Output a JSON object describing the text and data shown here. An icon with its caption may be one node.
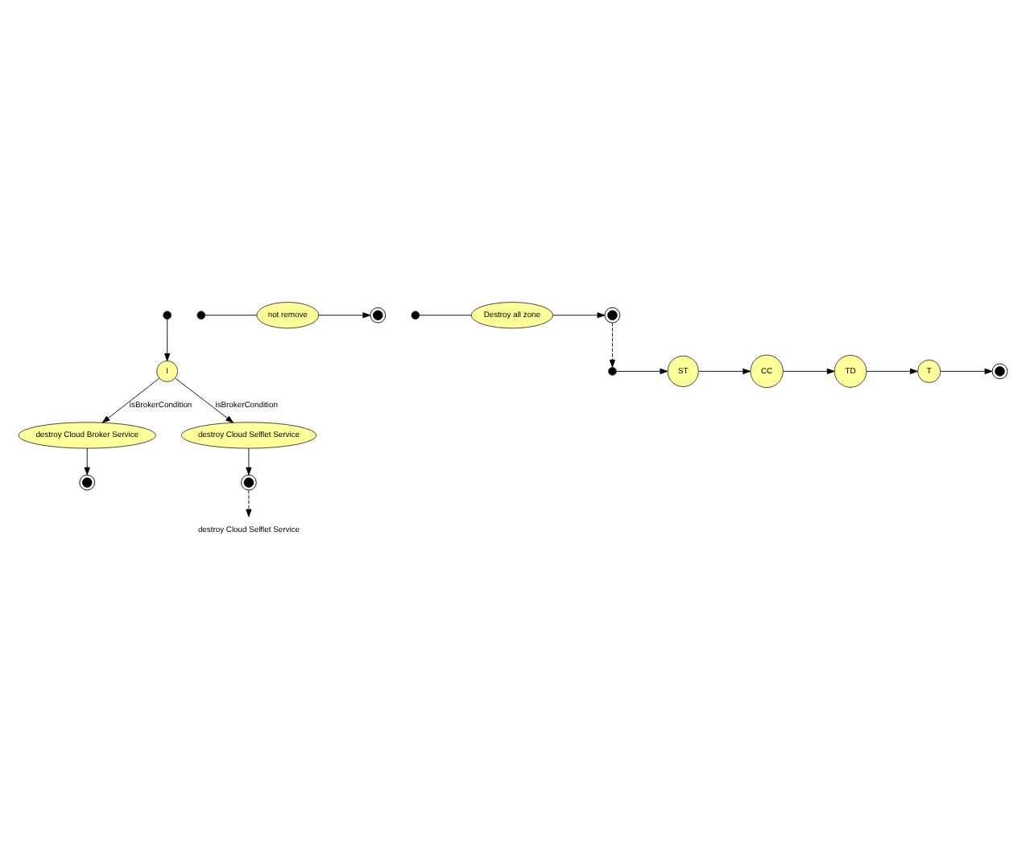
{
  "diagram": {
    "nodes": [
      {
        "text": [],
        "shape": "dot"
      },
      {
        "text": [
          "I"
        ]
      },
      {
        "text": [
          "destroy Cloud Broker Service"
        ]
      },
      {
        "text": [
          "destroy Cloud Selflet Service"
        ]
      },
      {
        "text": [],
        "shape": "bullseye"
      },
      {
        "text": [],
        "shape": "bullseye"
      },
      {
        "text": [],
        "shape": "dot"
      },
      {
        "text": [
          "not remove"
        ]
      },
      {
        "text": [],
        "shape": "bullseye"
      },
      {
        "text": [],
        "shape": "dot"
      },
      {
        "text": [
          "Destroy all zone"
        ]
      },
      {
        "text": [],
        "shape": "bullseye"
      },
      {
        "text": [
          "destroy Cloud Selflet Service"
        ]
      },
      {
        "text": [],
        "shape": "dot"
      },
      {
        "text": [
          "ST"
        ]
      },
      {
        "text": [
          "CC"
        ]
      },
      {
        "text": [
          "TD"
        ]
      },
      {
        "text": [
          "T"
        ]
      },
      {
        "text": [],
        "shape": "bullseye"
      }
    ],
    "edges": [
      {
        "from": 0,
        "to": 1,
        "arrow": "to"
      },
      {
        "from": 1,
        "to": 2,
        "arrow": "to",
        "label": "isBrokerCondition"
      },
      {
        "from": 1,
        "to": 3,
        "arrow": "to",
        "label": "isBrokerCondition"
      },
      {
        "from": 2,
        "to": 4,
        "arrow": "to"
      },
      {
        "from": 3,
        "to": 5,
        "arrow": "to"
      },
      {
        "from": 6,
        "to": 7,
        "arrow": "none"
      },
      {
        "from": 7,
        "to": 8,
        "arrow": "to"
      },
      {
        "from": 9,
        "to": 10,
        "arrow": "none"
      },
      {
        "from": 10,
        "to": 11,
        "arrow": "to"
      },
      {
        "from": 5,
        "to": 12,
        "arrow": "to",
        "style": "dashed"
      },
      {
        "from": 11,
        "to": 13,
        "arrow": "to",
        "style": "dashed"
      },
      {
        "from": 13,
        "to": 14,
        "arrow": "to"
      },
      {
        "from": 14,
        "to": 15,
        "arrow": "to"
      },
      {
        "from": 15,
        "to": 16,
        "arrow": "to"
      },
      {
        "from": 16,
        "to": 17,
        "arrow": "to"
      },
      {
        "from": 17,
        "to": 18,
        "arrow": "to"
      }
    ]
  }
}
